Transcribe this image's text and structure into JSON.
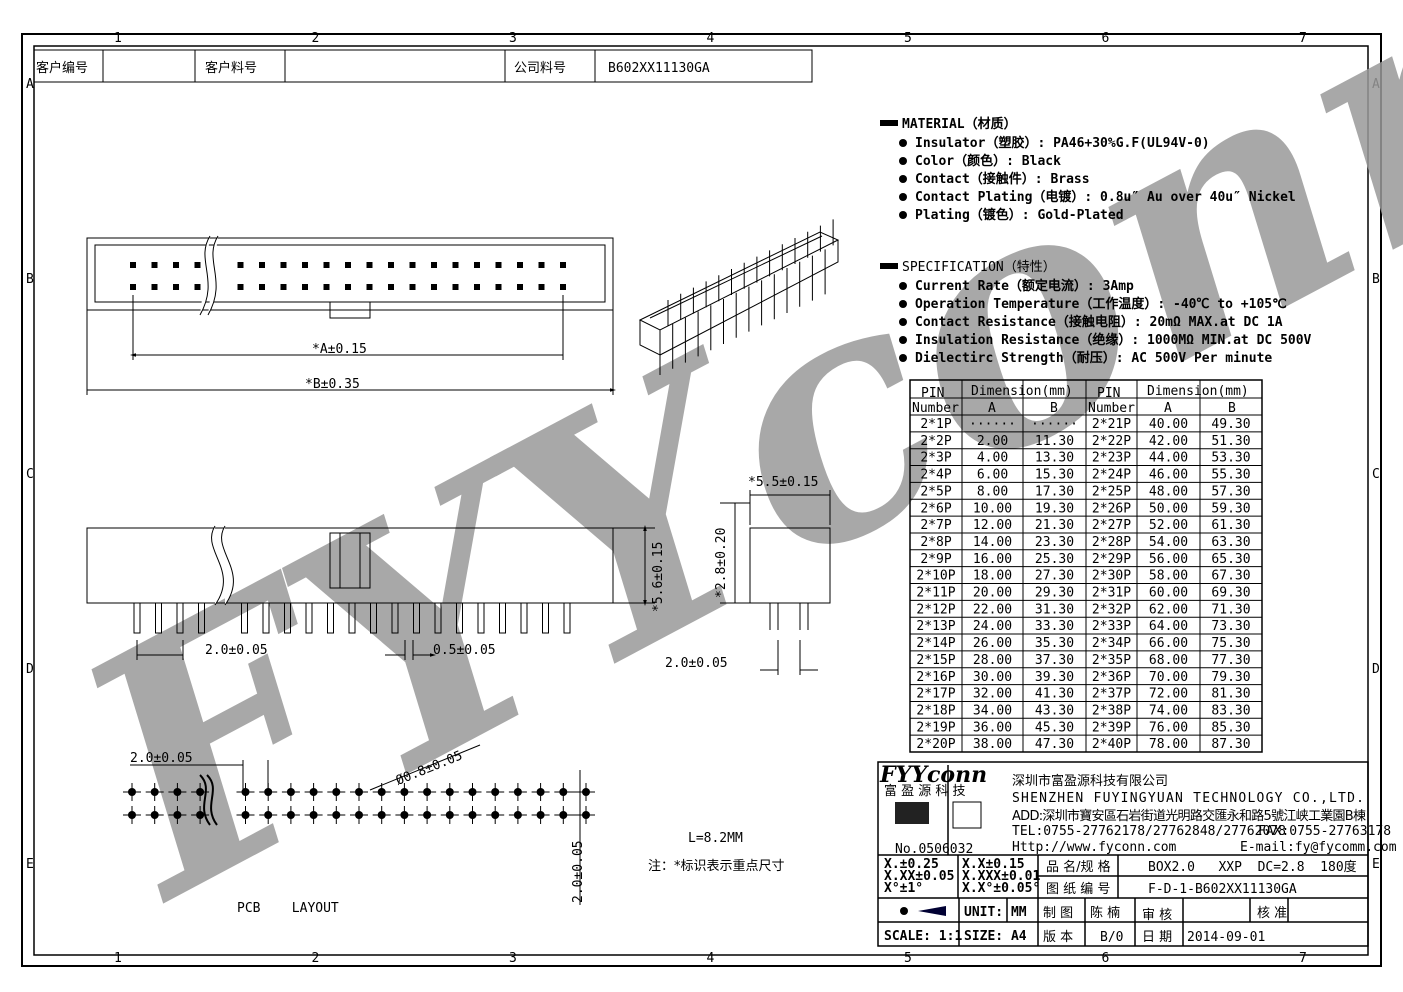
{
  "grid": {
    "cols": [
      "1",
      "2",
      "3",
      "4",
      "5",
      "6",
      "7"
    ],
    "rows": [
      "A",
      "B",
      "C",
      "D",
      "E"
    ]
  },
  "header": {
    "customer_no_label": "客户编号",
    "customer_no": "",
    "customer_part_label": "客户料号",
    "customer_part": "",
    "company_part_label": "公司料号",
    "company_part": "B602XX11130GA"
  },
  "watermark": "FYYconn",
  "dims": {
    "a": "*A±0.15",
    "b": "*B±0.35",
    "h": "*5.6±0.15",
    "pitch": "2.0±0.05",
    "pin_w": "0.5±0.05",
    "width": "*5.5±0.15",
    "post": "*2.8±0.20",
    "row_pitch": "2.0±0.05",
    "pcb_pitch": "2.0±0.05",
    "hole": "Ø0.8±0.05",
    "pcb_row": "2.0±0.05",
    "length": "L=8.2MM",
    "note": "注：*标识表示重点尺寸",
    "pcb_label": "PCB    LAYOUT"
  },
  "material": {
    "title": "MATERIAL（材质）",
    "items": [
      "Insulator（塑胶）: PA46+30%G.F(UL94V-0)",
      "Color（颜色）: Black",
      "Contact（接触件）: Brass",
      "Contact Plating（电镀）: 0.8u″ Au  over 40u″ Nickel",
      "Plating（镀色）: Gold-Plated"
    ]
  },
  "specification": {
    "title": "SPECIFICATION（特性）",
    "items": [
      "Current Rate（额定电流）:  3Amp",
      "Operation Temperature（工作温度）: -40℃ to +105℃",
      "Contact Resistance（接触电阻）: 20mΩ MAX.at DC 1A",
      "Insulation Resistance（绝缘）: 1000MΩ MIN.at DC 500V",
      "Dielectirc Strength（耐压）: AC 500V Per minute"
    ]
  },
  "table": {
    "h_pin": "PIN",
    "h_number": "Number",
    "h_dim": "Dimension(mm)",
    "h_a": "A",
    "h_b": "B",
    "rows": [
      [
        "2*1P",
        "······",
        "······",
        "2*21P",
        "40.00",
        "49.30"
      ],
      [
        "2*2P",
        "2.00",
        "11.30",
        "2*22P",
        "42.00",
        "51.30"
      ],
      [
        "2*3P",
        "4.00",
        "13.30",
        "2*23P",
        "44.00",
        "53.30"
      ],
      [
        "2*4P",
        "6.00",
        "15.30",
        "2*24P",
        "46.00",
        "55.30"
      ],
      [
        "2*5P",
        "8.00",
        "17.30",
        "2*25P",
        "48.00",
        "57.30"
      ],
      [
        "2*6P",
        "10.00",
        "19.30",
        "2*26P",
        "50.00",
        "59.30"
      ],
      [
        "2*7P",
        "12.00",
        "21.30",
        "2*27P",
        "52.00",
        "61.30"
      ],
      [
        "2*8P",
        "14.00",
        "23.30",
        "2*28P",
        "54.00",
        "63.30"
      ],
      [
        "2*9P",
        "16.00",
        "25.30",
        "2*29P",
        "56.00",
        "65.30"
      ],
      [
        "2*10P",
        "18.00",
        "27.30",
        "2*30P",
        "58.00",
        "67.30"
      ],
      [
        "2*11P",
        "20.00",
        "29.30",
        "2*31P",
        "60.00",
        "69.30"
      ],
      [
        "2*12P",
        "22.00",
        "31.30",
        "2*32P",
        "62.00",
        "71.30"
      ],
      [
        "2*13P",
        "24.00",
        "33.30",
        "2*33P",
        "64.00",
        "73.30"
      ],
      [
        "2*14P",
        "26.00",
        "35.30",
        "2*34P",
        "66.00",
        "75.30"
      ],
      [
        "2*15P",
        "28.00",
        "37.30",
        "2*35P",
        "68.00",
        "77.30"
      ],
      [
        "2*16P",
        "30.00",
        "39.30",
        "2*36P",
        "70.00",
        "79.30"
      ],
      [
        "2*17P",
        "32.00",
        "41.30",
        "2*37P",
        "72.00",
        "81.30"
      ],
      [
        "2*18P",
        "34.00",
        "43.30",
        "2*38P",
        "74.00",
        "83.30"
      ],
      [
        "2*19P",
        "36.00",
        "45.30",
        "2*39P",
        "76.00",
        "85.30"
      ],
      [
        "2*20P",
        "38.00",
        "47.30",
        "2*40P",
        "78.00",
        "87.30"
      ]
    ]
  },
  "title_block": {
    "logo": "FYYconn",
    "logo_cn": "富 盈 源 科 技",
    "cert_no": "No.0506032",
    "company_cn": "深圳市富盈源科技有限公司",
    "company_en": "SHENZHEN FUYINGYUAN TECHNOLOGY CO.,LTD.",
    "address": "ADD:深圳市寶安區石岩街道光明路交匯永和路5號江峡工業園B棟",
    "tel": "TEL:0755-27762178/27762848/27762078",
    "fax": "FAX:0755-27763178",
    "web": "Http://www.fyconn.com",
    "email": "E-mail:fy@fycomm.com",
    "tol": [
      "X.±0.25",
      "X.X±0.15",
      "X.XX±0.05",
      "X.XXX±0.01",
      "X°±1°",
      "X.X°±0.05°"
    ],
    "unit": "UNIT: MM",
    "scale": "SCALE: 1:1",
    "size": "SIZE: A4",
    "name_label": "品 名/规 格",
    "name": "BOX2.0   XXP  DC=2.8  180度",
    "dwg_label": "图 纸 编 号",
    "dwg": "F-D-1-B602XX11130GA",
    "drawn_label": "制 图",
    "drawn": "陈 楠",
    "check_label": "审 核",
    "check": "",
    "approve_label": "核 准",
    "approve": "",
    "rev_label": "版 本",
    "rev": "B/0",
    "date_label": "日 期",
    "date": "2014-09-01"
  }
}
